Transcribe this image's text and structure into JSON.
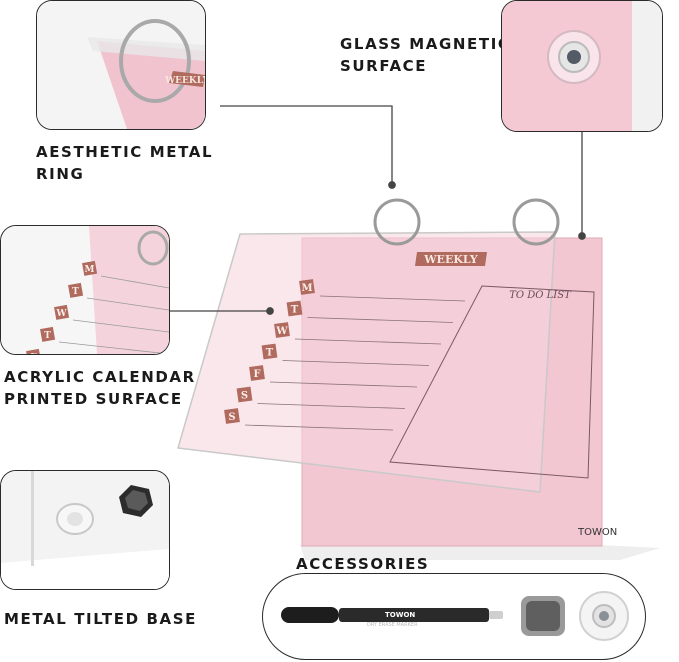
{
  "labels": {
    "glass": [
      "GLASS MAGNETIC",
      "SURFACE"
    ],
    "ring": [
      "AESTHETIC METAL",
      "RING"
    ],
    "acrylic": [
      "ACRYLIC CALENDAR",
      "PRINTED SURFACE"
    ],
    "base": "METAL TILTED BASE",
    "accessories": "ACCESSORIES"
  },
  "board": {
    "title": "WEEKLY",
    "todo": "TO DO LIST",
    "days": [
      "M",
      "T",
      "W",
      "T",
      "F",
      "S",
      "S"
    ],
    "brand": "TOWON"
  },
  "inset_ring": {
    "title": "WEEKLY"
  },
  "inset_acrylic": {
    "days": [
      "M",
      "T",
      "W",
      "T",
      "F"
    ]
  },
  "marker": {
    "brand": "TOWON",
    "caption": "DRY ERASE MARKER"
  },
  "colors": {
    "pink": "#f2c7d2",
    "pink_deep": "#ecb6c4",
    "rose_gold": "#b06a5e",
    "outline": "#2a2a2a"
  }
}
